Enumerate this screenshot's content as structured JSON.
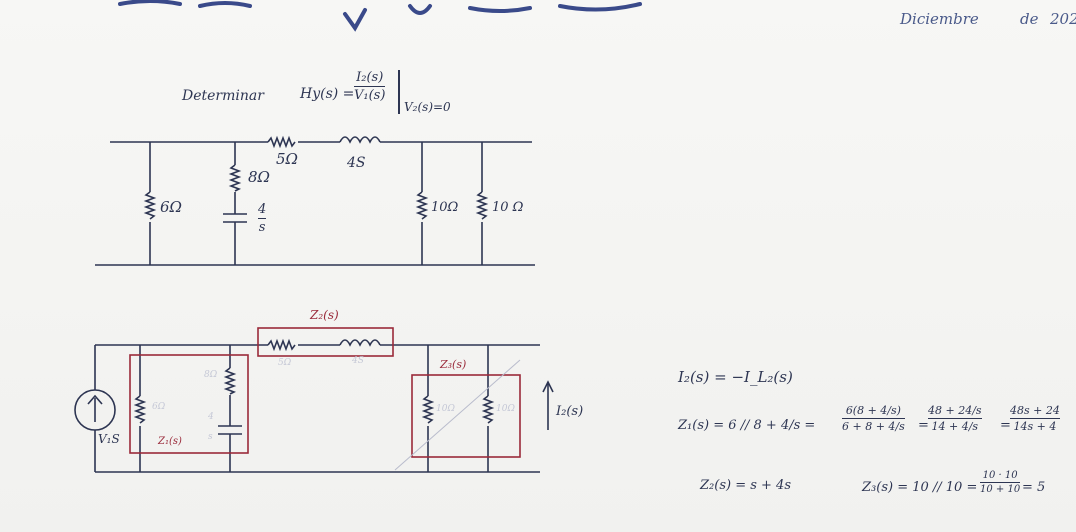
{
  "header": {
    "date_word": "Diciembre",
    "date_de": "de",
    "date_year": "202"
  },
  "problem": {
    "determinar": "Determinar",
    "h_label": "Hy(s) =",
    "h_num": "I₂(s)",
    "h_den": "V₁(s)",
    "h_cond": "V₂(s)=0"
  },
  "circuit1": {
    "r_6": "6Ω",
    "r_8": "8Ω",
    "cap_num": "4",
    "cap_den": "s",
    "r_5": "5Ω",
    "l_4s": "4S",
    "r_10a": "10Ω",
    "r_10b": "10 Ω"
  },
  "circuit2": {
    "z2_label": "Z₂(s)",
    "z3_label": "Z₃(s)",
    "z1_label": "Z₁(s)",
    "source_label": "V₁S",
    "current_label": "I₂(s)",
    "faded": [
      "6Ω",
      "8Ω",
      "4",
      "s",
      "5Ω",
      "4S",
      "10Ω",
      "10Ω"
    ]
  },
  "equations": {
    "eq1": "I₂(s) = −I_L₂(s)",
    "eq2_lhs": "Z₁(s) = 6 // 8 + 4/s =",
    "eq2_f1_num": "6(8 + 4/s)",
    "eq2_f1_den": "6 + 8 + 4/s",
    "eq2_f2_num": "48 + 24/s",
    "eq2_f2_den": "14 + 4/s",
    "eq2_f3_num": "48s + 24",
    "eq2_f3_den": "14s + 4",
    "eq3": "Z₂(s) = s + 4s",
    "eq4_lhs": "Z₃(s) = 10 // 10 =",
    "eq4_num": "10 · 10",
    "eq4_den": "10 + 10",
    "eq4_rhs": "= 5"
  }
}
